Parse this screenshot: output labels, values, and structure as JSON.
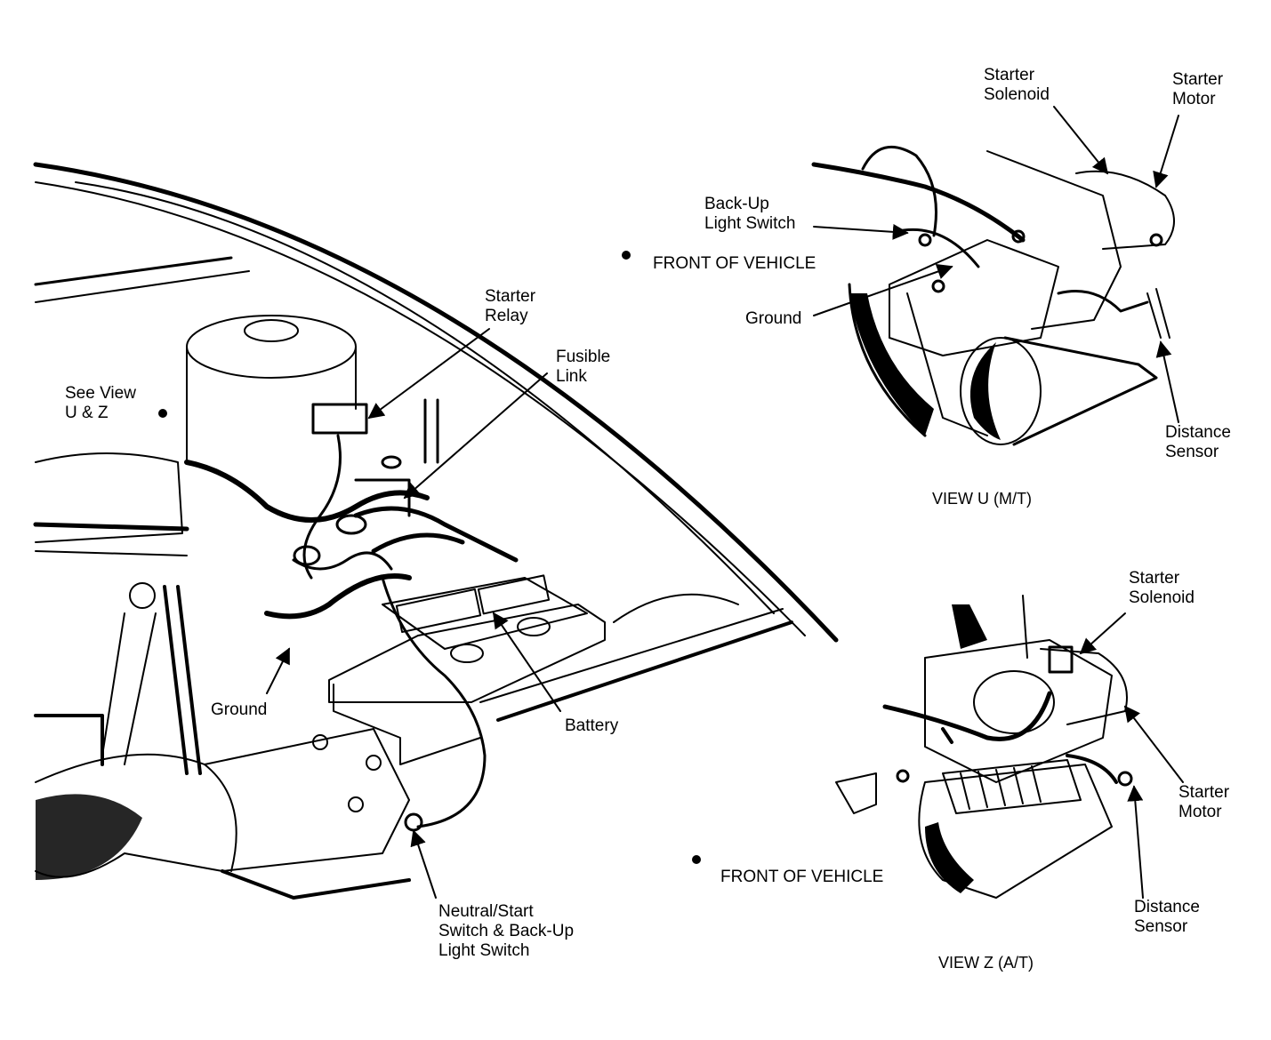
{
  "main_view": {
    "see_view": [
      "See View",
      "U & Z"
    ],
    "starter_relay": [
      "Starter",
      "Relay"
    ],
    "fusible_link": [
      "Fusible",
      "Link"
    ],
    "ground": "Ground",
    "battery": "Battery",
    "neutral_switch": [
      "Neutral/Start",
      "Switch & Back-Up",
      "Light Switch"
    ]
  },
  "view_u": {
    "caption": "VIEW U (M/T)",
    "front_of_vehicle": "FRONT OF VEHICLE",
    "starter_solenoid": [
      "Starter",
      "Solenoid"
    ],
    "starter_motor": [
      "Starter",
      "Motor"
    ],
    "backup_light_switch": [
      "Back-Up",
      "Light Switch"
    ],
    "ground": "Ground",
    "distance_sensor": [
      "Distance",
      "Sensor"
    ]
  },
  "view_z": {
    "caption": "VIEW Z (A/T)",
    "front_of_vehicle": "FRONT OF VEHICLE",
    "starter_solenoid": [
      "Starter",
      "Solenoid"
    ],
    "starter_motor": [
      "Starter",
      "Motor"
    ],
    "distance_sensor": [
      "Distance",
      "Sensor"
    ]
  },
  "icons": [
    "pointer-arrow-icon",
    "reference-dot-icon"
  ]
}
